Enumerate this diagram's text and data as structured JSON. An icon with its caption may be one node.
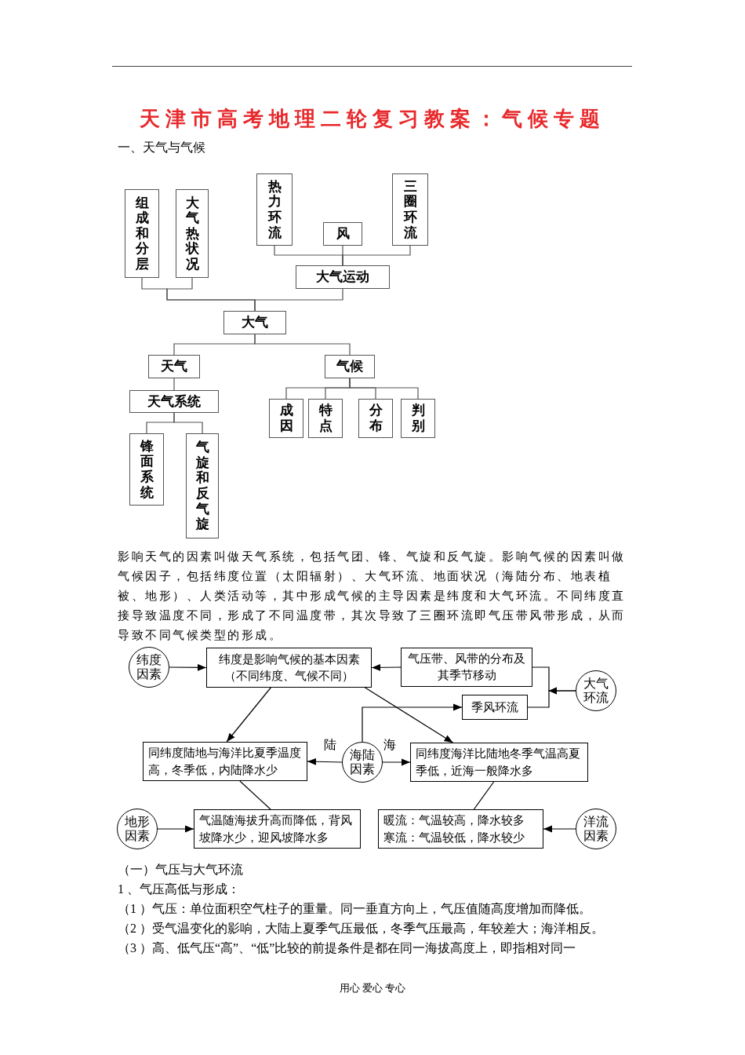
{
  "diagram": {
    "title": "天津市高考地理二轮复习教案：气候专题",
    "nodes": [
      {
        "text": [
          "组成和分层"
        ]
      },
      {
        "text": [
          "大气热状况"
        ]
      },
      {
        "text": [
          "热力环流"
        ]
      },
      {
        "text": [
          "风"
        ]
      },
      {
        "text": [
          "三圈环流"
        ]
      },
      {
        "text": [
          "大气运动"
        ]
      },
      {
        "text": [
          "大气"
        ]
      },
      {
        "text": [
          "天气"
        ]
      },
      {
        "text": [
          "气候"
        ]
      },
      {
        "text": [
          "天气系统"
        ]
      },
      {
        "text": [
          "锋面系统"
        ]
      },
      {
        "text": [
          "气旋和反气旋"
        ]
      },
      {
        "text": [
          "成因"
        ]
      },
      {
        "text": [
          "特点"
        ]
      },
      {
        "text": [
          "分布"
        ]
      },
      {
        "text": [
          "判别"
        ]
      },
      {
        "text": [
          "纬度因素"
        ]
      },
      {
        "text": [
          "纬度是影响气候的基本因素",
          "（不同纬度、气候不同）"
        ]
      },
      {
        "text": [
          "气压带、风带的分布及其季节移动"
        ]
      },
      {
        "text": [
          "季风环流"
        ]
      },
      {
        "text": [
          "大气环流"
        ]
      },
      {
        "text": [
          "同纬度陆地与海洋比夏季温度高，冬季低，内陆降水少"
        ]
      },
      {
        "text": [
          "海陆因素"
        ]
      },
      {
        "text": [
          "同纬度海洋比陆地冬季气温高夏季低，近海一般降水多"
        ]
      },
      {
        "text": [
          "地形因素"
        ]
      },
      {
        "text": [
          "气温随海拔升高而降低，背风坡降水少，迎风坡降水多"
        ]
      },
      {
        "text": [
          "暖流：气温较高，降水较多",
          "寒流：气温较低，降水较少"
        ]
      },
      {
        "text": [
          "洋流因素"
        ]
      }
    ],
    "edges": [
      {
        "from": 0,
        "to": 6,
        "arrow": "none"
      },
      {
        "from": 1,
        "to": 6,
        "arrow": "none"
      },
      {
        "from": 2,
        "to": 5,
        "arrow": "none"
      },
      {
        "from": 3,
        "to": 5,
        "arrow": "none"
      },
      {
        "from": 4,
        "to": 5,
        "arrow": "none"
      },
      {
        "from": 5,
        "to": 6,
        "arrow": "none"
      },
      {
        "from": 6,
        "to": 7,
        "arrow": "none"
      },
      {
        "from": 6,
        "to": 8,
        "arrow": "none"
      },
      {
        "from": 7,
        "to": 9,
        "arrow": "none"
      },
      {
        "from": 9,
        "to": 10,
        "arrow": "none"
      },
      {
        "from": 9,
        "to": 11,
        "arrow": "none"
      },
      {
        "from": 8,
        "to": 12,
        "arrow": "none"
      },
      {
        "from": 8,
        "to": 13,
        "arrow": "none"
      },
      {
        "from": 8,
        "to": 14,
        "arrow": "none"
      },
      {
        "from": 8,
        "to": 15,
        "arrow": "none"
      },
      {
        "from": 16,
        "to": 17,
        "arrow": "to"
      },
      {
        "from": 18,
        "to": 17,
        "arrow": "to"
      },
      {
        "from": 20,
        "to": 18,
        "arrow": "to"
      },
      {
        "from": 20,
        "to": 19,
        "arrow": "to"
      },
      {
        "from": 17,
        "to": 21,
        "arrow": "to"
      },
      {
        "from": 17,
        "to": 23,
        "arrow": "to"
      },
      {
        "from": 22,
        "to": 21,
        "arrow": "to",
        "label": "陆"
      },
      {
        "from": 22,
        "to": 23,
        "arrow": "to",
        "label": "海"
      },
      {
        "from": 22,
        "to": 19,
        "arrow": "to"
      },
      {
        "from": 21,
        "to": 25,
        "arrow": "none"
      },
      {
        "from": 23,
        "to": 26,
        "arrow": "none"
      },
      {
        "from": 24,
        "to": 25,
        "arrow": "to"
      },
      {
        "from": 27,
        "to": 26,
        "arrow": "to"
      }
    ],
    "labels": [
      "一、天气与气候",
      "影响天气的因素叫做天气系统，包括气团、锋、气旋和反气旋。影响气候的因素叫做气候因子，包括纬度位置（太阳辐射）、大气环流、地面状况（海陆分布、地表植被、地形）、人类活动等，其中形成气候的主导因素是纬度和大气环流。不同纬度直接导致温度不同，形成了不同温度带，其次导致了三圈环流即气压带风带形成，从而导致不同气候类型的形成。",
      "（一）气压与大气环流",
      "1 、气压高低与形成：",
      "（1 ）气压：单位面积空气柱子的重量。同一垂直方向上，气压值随高度增加而降低。",
      "（2 ）受气温变化的影响，大陆上夏季气压最低，冬季气压最高，年较差大；海洋相反。",
      "（3 ）高、低气压“高”、“低”比较的前提条件是都在同一海拔高度上，即指相对同一",
      "用心 爱心 专心"
    ]
  }
}
